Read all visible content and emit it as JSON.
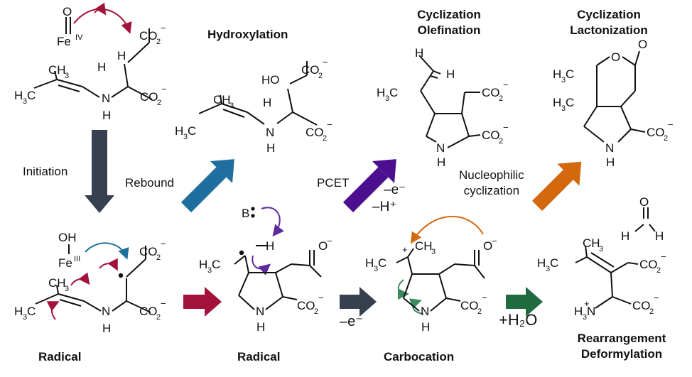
{
  "headers": {
    "hydroxylation": "Hydroxylation",
    "olefination_1": "Cyclization",
    "olefination_2": "Olefination",
    "lactonization_1": "Cyclization",
    "lactonization_2": "Lactonization",
    "radical_1": "Radical",
    "radical_2": "Radical",
    "carbocation": "Carbocation",
    "rearrangement_1": "Rearrangement",
    "rearrangement_2": "Deformylation"
  },
  "arrow_labels": {
    "initiation": "Initiation",
    "rebound": "Rebound",
    "pcet": "PCET",
    "pcet_minus_e": "–e⁻",
    "pcet_minus_h": "–H⁺",
    "nucleophilic_1": "Nucleophilic",
    "nucleophilic_2": "cyclization",
    "oxidation_minus_e": "–e⁻",
    "plus_water": "+H₂O"
  },
  "atoms": {
    "co2": "CO",
    "sub2": "2",
    "minus": "−",
    "fe": "Fe",
    "fe_iv": "IV",
    "fe_iii": "III",
    "oh": "OH",
    "ho": "HO",
    "h": "H",
    "nh": "N",
    "o": "O",
    "b": "B",
    "ch3": "CH",
    "h3c": "H",
    "c": "C",
    "three": "3",
    "h3n": "N",
    "plus": "+"
  },
  "colors": {
    "initiation_arrow": "#37404f",
    "rebound_arrow": "#1f6f9e",
    "pcet_arrow": "#4b0f8f",
    "lactonization_arrow": "#d4680f",
    "radical_arrow": "#a3123a",
    "oxidation_arrow": "#37404f",
    "hydrolysis_arrow": "#1f6b3f",
    "fe_curved_arrow": "#a3123a",
    "fe_iii_curved_arrow": "#1f6f9e",
    "b_curved_arrow": "#5e2a9c",
    "carbocation_curved_arrow": "#3a8a5c",
    "carboxylate_curved_arrow": "#d4680f"
  }
}
